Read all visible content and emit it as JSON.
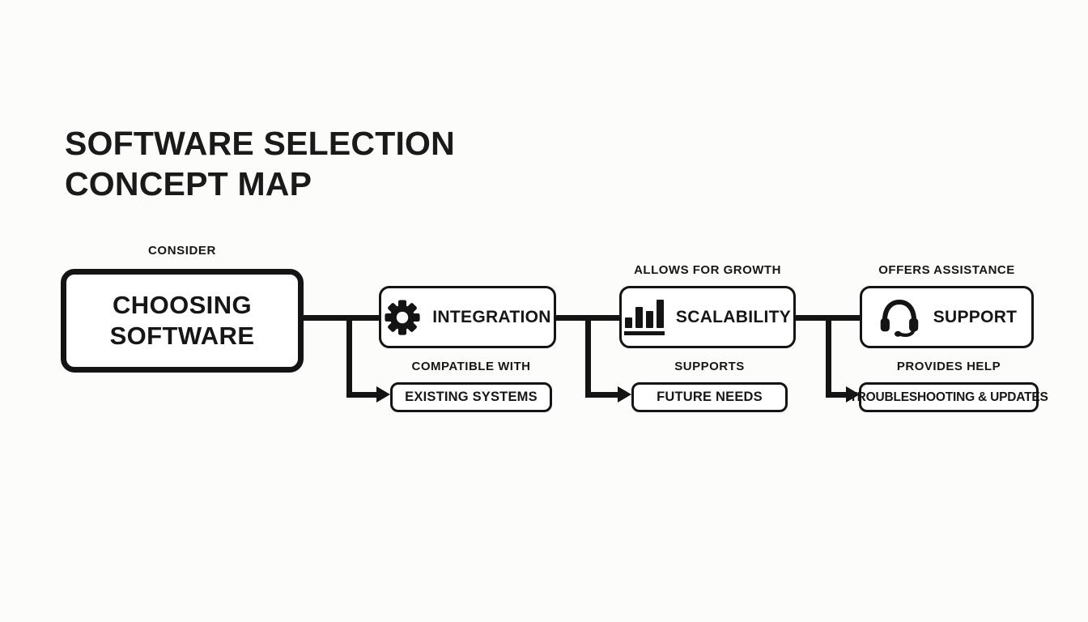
{
  "title": {
    "line1": "SOFTWARE SELECTION",
    "line2": "CONCEPT MAP"
  },
  "root": {
    "label_above": "CONSIDER",
    "line1": "CHOOSING",
    "line2": "SOFTWARE"
  },
  "branches": [
    {
      "id": "integration",
      "icon": "gear-icon",
      "label": "INTEGRATION",
      "label_below": "COMPATIBLE WITH",
      "child": "EXISTING SYSTEMS"
    },
    {
      "id": "scalability",
      "icon": "bar-chart-icon",
      "label_above": "ALLOWS FOR GROWTH",
      "label": "SCALABILITY",
      "label_below": "SUPPORTS",
      "child": "FUTURE NEEDS"
    },
    {
      "id": "support",
      "icon": "headset-icon",
      "label_above": "OFFERS ASSISTANCE",
      "label": "SUPPORT",
      "label_below": "PROVIDES HELP",
      "child": "TROUBLESHOOTING & UPDATES"
    }
  ],
  "colors": {
    "ink": "#141414",
    "background": "#fcfcfb",
    "node_fill": "#ffffff"
  }
}
